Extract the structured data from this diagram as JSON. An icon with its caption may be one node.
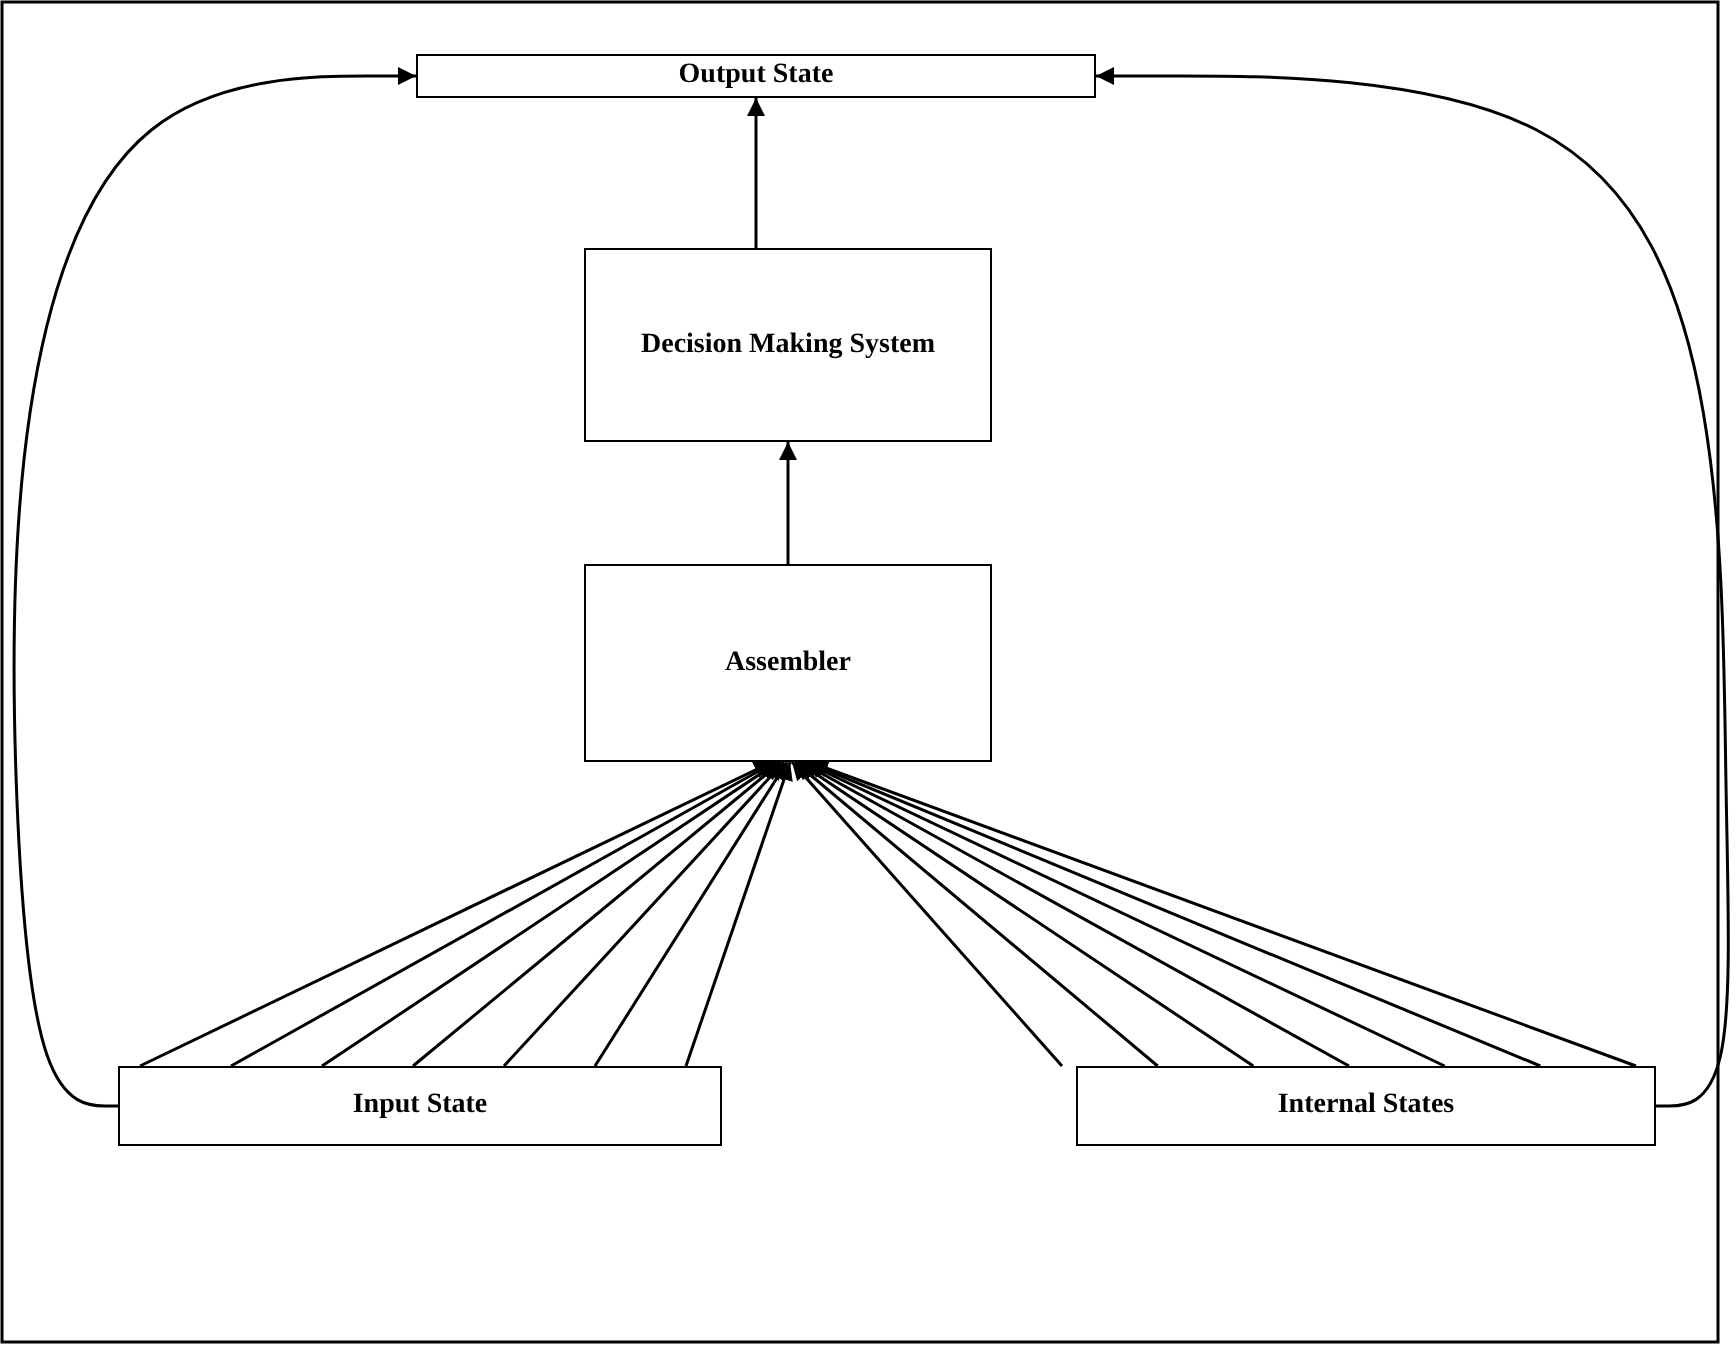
{
  "diagram": {
    "nodes": [
      {
        "text": [
          "Output State"
        ]
      },
      {
        "text": [
          "Decision Making System"
        ]
      },
      {
        "text": [
          "Assembler"
        ]
      },
      {
        "text": [
          "Input State"
        ]
      },
      {
        "text": [
          "Internal States"
        ]
      }
    ],
    "edges": [
      {
        "from": 1,
        "to": 0,
        "arrow": "to"
      },
      {
        "from": 2,
        "to": 1,
        "arrow": "to"
      },
      {
        "from": 3,
        "to": 2,
        "arrow": "to"
      },
      {
        "from": 3,
        "to": 2,
        "arrow": "to"
      },
      {
        "from": 3,
        "to": 2,
        "arrow": "to"
      },
      {
        "from": 3,
        "to": 2,
        "arrow": "to"
      },
      {
        "from": 3,
        "to": 2,
        "arrow": "to"
      },
      {
        "from": 3,
        "to": 2,
        "arrow": "to"
      },
      {
        "from": 3,
        "to": 2,
        "arrow": "to"
      },
      {
        "from": 4,
        "to": 2,
        "arrow": "to"
      },
      {
        "from": 4,
        "to": 2,
        "arrow": "to"
      },
      {
        "from": 4,
        "to": 2,
        "arrow": "to"
      },
      {
        "from": 4,
        "to": 2,
        "arrow": "to"
      },
      {
        "from": 4,
        "to": 2,
        "arrow": "to"
      },
      {
        "from": 4,
        "to": 2,
        "arrow": "to"
      },
      {
        "from": 4,
        "to": 2,
        "arrow": "to"
      },
      {
        "from": 3,
        "to": 0,
        "arrow": "to"
      },
      {
        "from": 4,
        "to": 0,
        "arrow": "to"
      }
    ]
  }
}
